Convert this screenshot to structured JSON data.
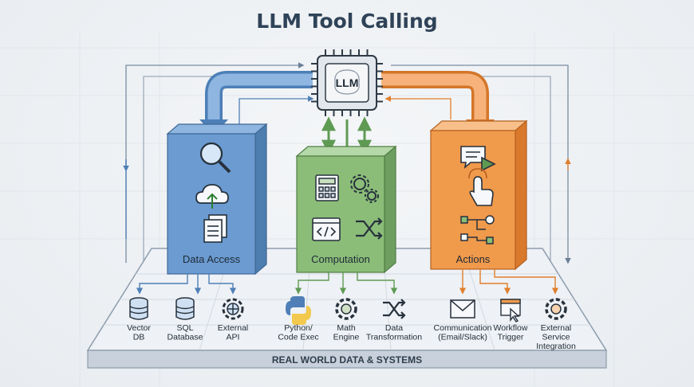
{
  "title": "LLM Tool Calling",
  "hub": {
    "label": "LLM",
    "icon": "brain-chip-icon"
  },
  "modules": [
    {
      "label": "Data Access",
      "color": "#6b9bd1",
      "icons": [
        "magnifier-icon",
        "cloud-upload-icon",
        "documents-icon"
      ]
    },
    {
      "label": "Computation",
      "color": "#8bbd79",
      "icons": [
        "calculator-icon",
        "gears-icon",
        "code-window-icon",
        "shuffle-icon"
      ]
    },
    {
      "label": "Actions",
      "color": "#f09a4c",
      "icons": [
        "chat-send-icon",
        "tap-icon",
        "workflow-icon"
      ]
    }
  ],
  "tools": [
    {
      "label": "Vector\nDB",
      "icon": "database-icon"
    },
    {
      "label": "SQL\nDatabase",
      "icon": "database-icon"
    },
    {
      "label": "External\nAPI",
      "icon": "gear-globe-icon"
    },
    {
      "label": "Python/\nCode Exec",
      "icon": "python-icon"
    },
    {
      "label": "Math\nEngine",
      "icon": "gear-icon"
    },
    {
      "label": "Data\nTransformation",
      "icon": "shuffle-icon"
    },
    {
      "label": "Communication\n(Email/Slack)",
      "icon": "envelope-icon"
    },
    {
      "label": "Workflow\nTrigger",
      "icon": "cursor-window-icon"
    },
    {
      "label": "External\nService\nIntegration",
      "icon": "gear-icon"
    }
  ],
  "platform": {
    "label": "REAL WORLD DATA & SYSTEMS"
  },
  "colors": {
    "blue": "#6b9bd1",
    "green": "#8bbd79",
    "orange": "#f09a4c",
    "ink": "#33404d",
    "title": "#2f4358"
  }
}
